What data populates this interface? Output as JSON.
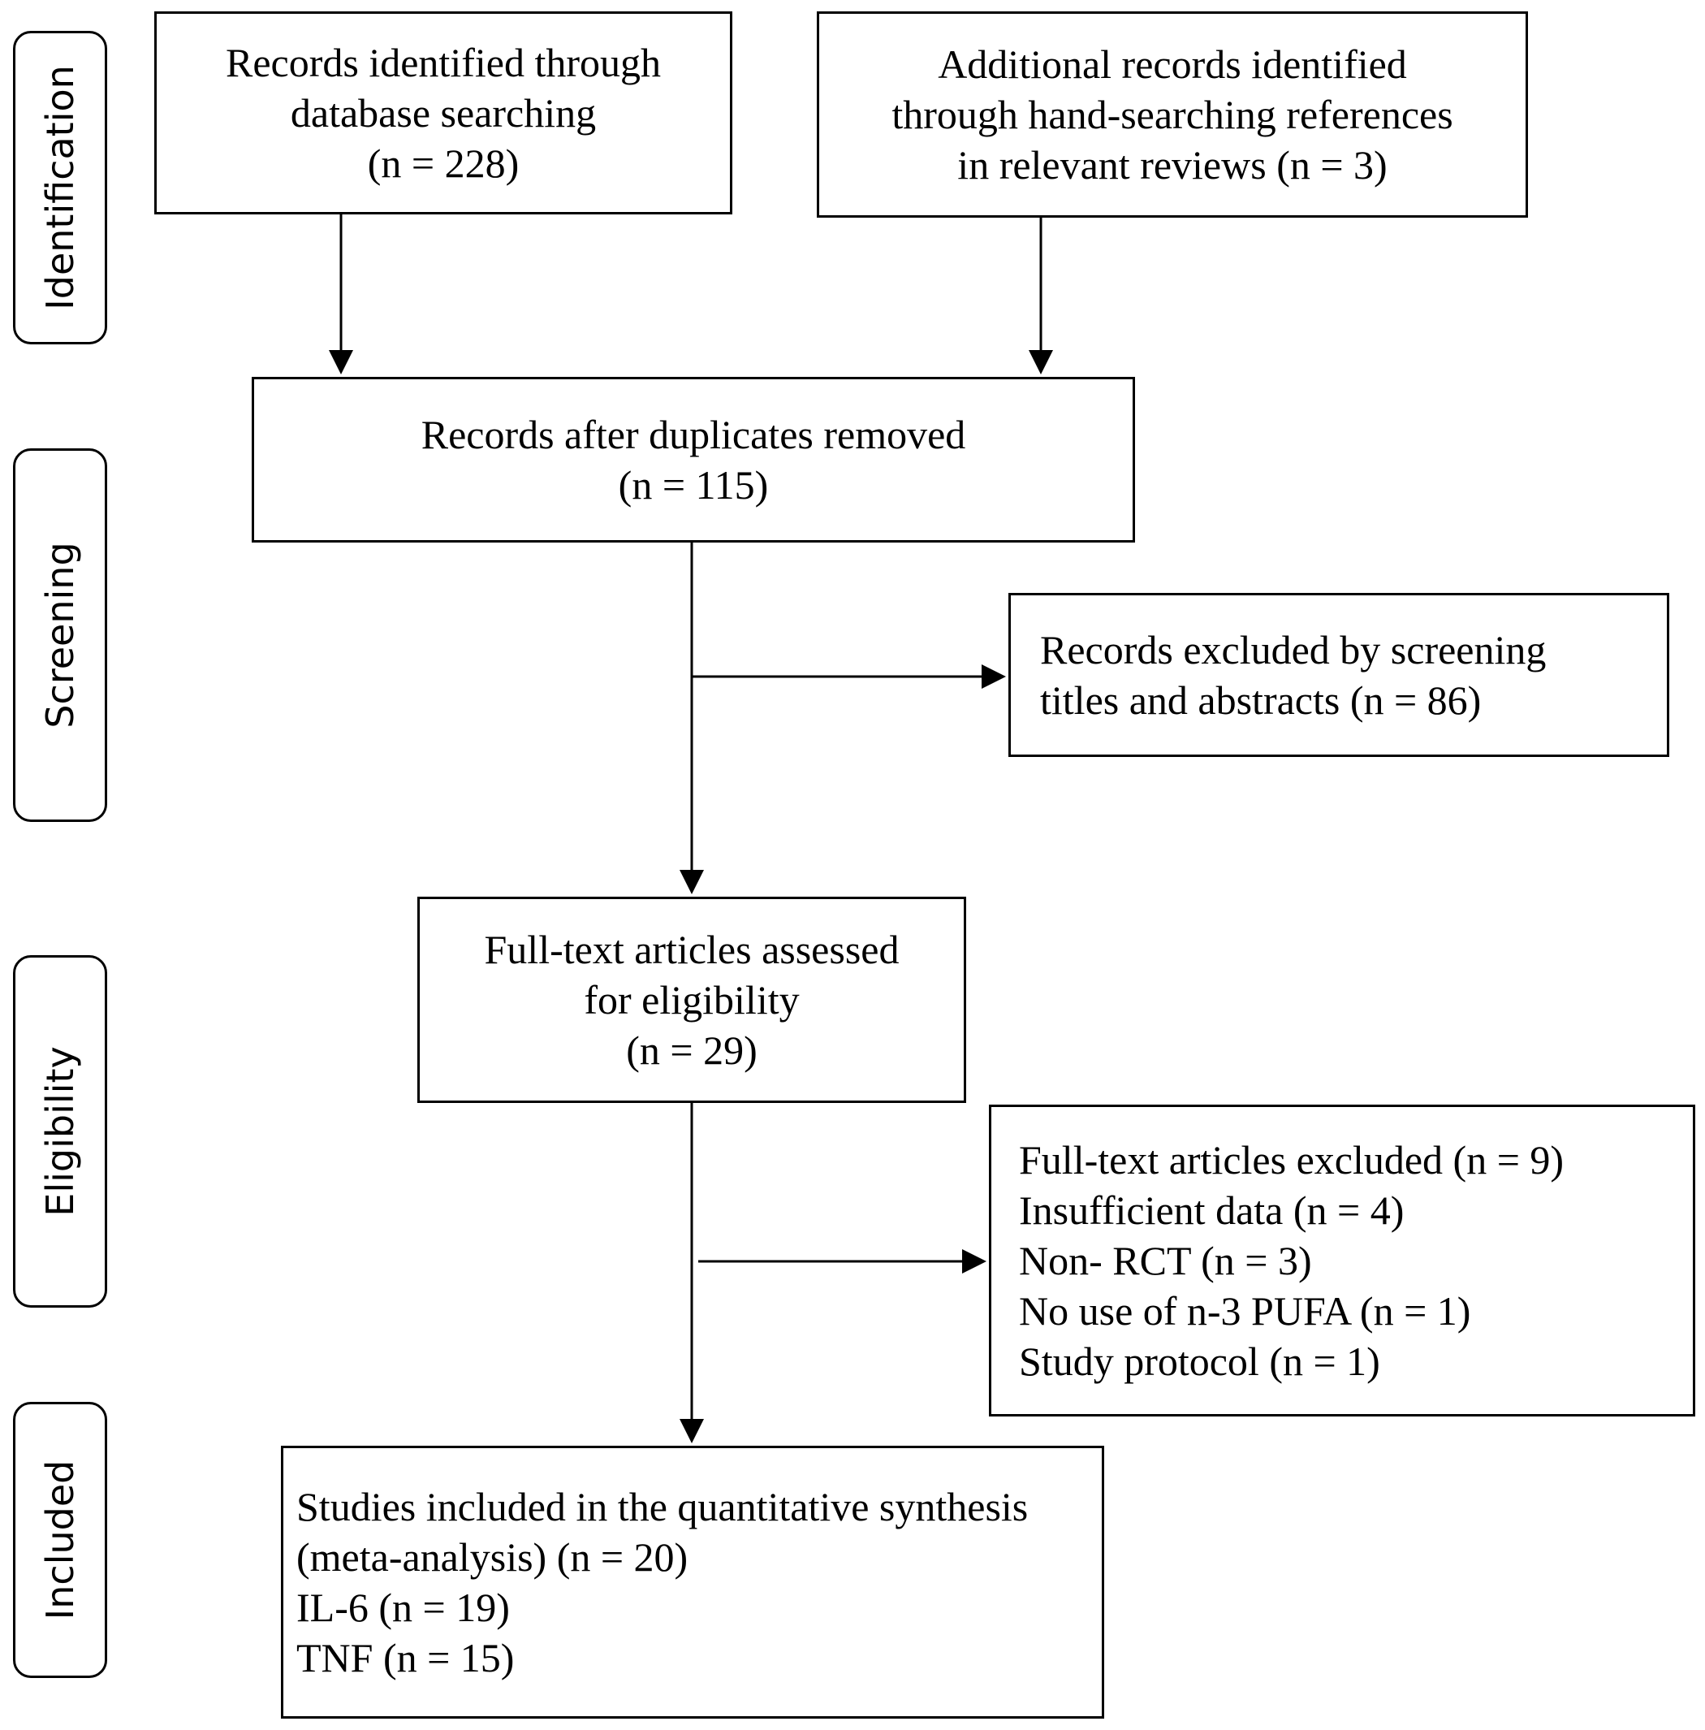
{
  "phases": {
    "identification": "Identification",
    "screening": "Screening",
    "eligibility": "Eligibility",
    "included": "Included"
  },
  "boxes": {
    "database": [
      "Records identified through",
      "database searching",
      "(n = 228)"
    ],
    "additional": [
      "Additional records identified",
      "through hand-searching references",
      "in relevant reviews (n = 3)"
    ],
    "after_duplicates": [
      "Records after duplicates removed",
      "(n = 115)"
    ],
    "excluded_screening": [
      "Records excluded by screening",
      "titles and abstracts (n = 86)"
    ],
    "fulltext": [
      "Full-text articles assessed",
      "for eligibility",
      "(n = 29)"
    ],
    "fulltext_excluded": [
      "Full-text articles excluded (n = 9)",
      "Insufficient data (n = 4)",
      "Non- RCT (n = 3)",
      "No use of n-3 PUFA (n = 1)",
      "Study protocol (n = 1)"
    ],
    "included": [
      "Studies included in the quantitative synthesis",
      "(meta-analysis) (n = 20)",
      "IL-6 (n = 19)",
      "TNF (n = 15)"
    ]
  },
  "colors": {
    "line": "#000000",
    "background": "#ffffff"
  }
}
